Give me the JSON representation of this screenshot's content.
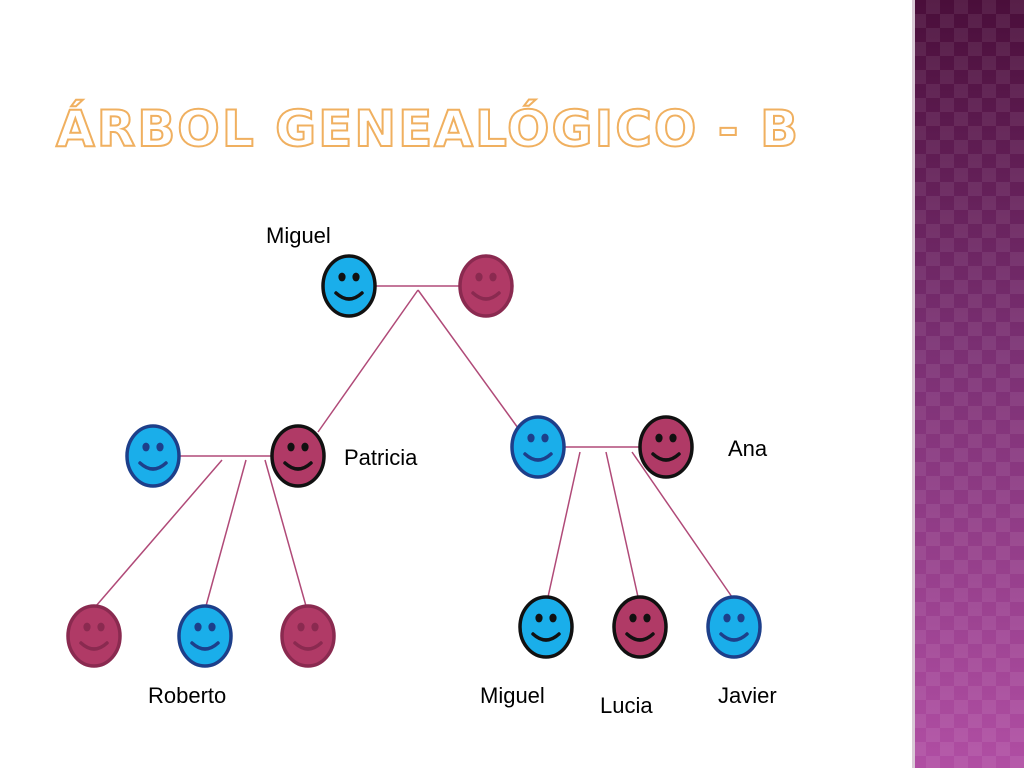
{
  "title": "ÁRBOL GENEALÓGICO - B",
  "colors": {
    "male": "#1aaeea",
    "female": "#b03a66",
    "line": "#b04a78",
    "outline_dark": "#111111",
    "outline_male_soft": "#1d3f8a",
    "outline_female_soft": "#8a2a50",
    "band_top": "#4a0e3a",
    "band_bottom": "#b04ea3"
  },
  "people": [
    {
      "id": "grandfather",
      "gender": "male",
      "label": "Miguel"
    },
    {
      "id": "grandmother",
      "gender": "female",
      "label": ""
    },
    {
      "id": "parent1-spouse",
      "gender": "male",
      "label": ""
    },
    {
      "id": "parent1",
      "gender": "female",
      "label": "Patricia"
    },
    {
      "id": "parent2",
      "gender": "male",
      "label": ""
    },
    {
      "id": "parent2-spouse",
      "gender": "female",
      "label": "Ana"
    },
    {
      "id": "child-1a",
      "gender": "female",
      "label": ""
    },
    {
      "id": "child-1b",
      "gender": "male",
      "label": "Roberto"
    },
    {
      "id": "child-1c",
      "gender": "female",
      "label": ""
    },
    {
      "id": "child-2a",
      "gender": "male",
      "label": "Miguel"
    },
    {
      "id": "child-2b",
      "gender": "female",
      "label": "Lucia"
    },
    {
      "id": "child-2c",
      "gender": "male",
      "label": "Javier"
    }
  ]
}
